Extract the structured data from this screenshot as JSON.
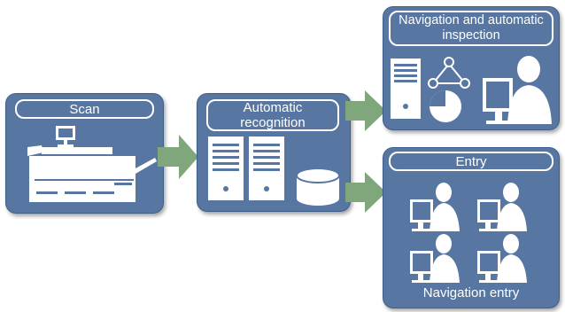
{
  "scan": {
    "title": "Scan"
  },
  "recognition": {
    "title": "Automatic recognition"
  },
  "inspection": {
    "title": "Navigation and automatic inspection"
  },
  "entry": {
    "title": "Entry",
    "footer": "Navigation entry"
  },
  "colors": {
    "panel": "#5777a2",
    "arrow": "#7fa77b",
    "icon_white": "#ffffff"
  },
  "icons": [
    "scanner-icon",
    "server-icon",
    "database-icon",
    "network-icon",
    "pie-chart-icon",
    "operator-icon"
  ]
}
